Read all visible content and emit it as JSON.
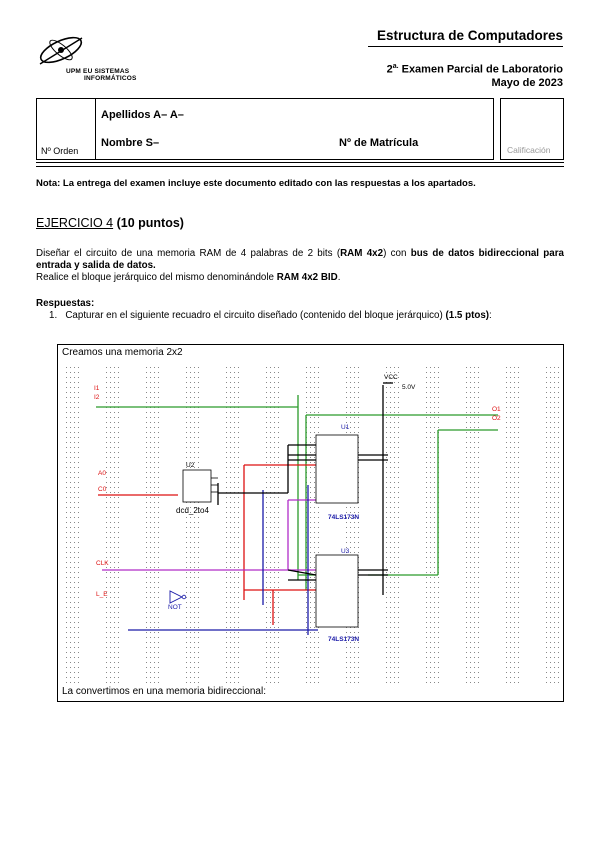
{
  "header": {
    "logo_text_line1": "UPM  EU  SISTEMAS",
    "logo_text_line2": "INFORMÁTICOS",
    "course": "Estructura de Computadores",
    "exam_ordinal": "2",
    "exam_ordinal_sup": "a.",
    "exam_title": " Examen Parcial de Laboratorio",
    "exam_date": "Mayo de 2023"
  },
  "student_box": {
    "orden_label": "Nº Orden",
    "apellidos_label": "Apellidos A– A–",
    "nombre_label": "Nombre S–",
    "matricula_label": "Nº de Matrícula",
    "calificacion_label": "Calificación"
  },
  "nota": "Nota: La entrega del examen incluye este documento editado con las respuestas a los apartados.",
  "ejercicio": {
    "title": "EJERCICIO 4",
    "points": " (10 puntos)",
    "p1_a": "Diseñar el circuito de una memoria RAM de 4 palabras de 2 bits (",
    "p1_b": "RAM 4x2",
    "p1_c": ") con ",
    "p1_d": "bus de datos bidireccional para entrada y salida de datos.",
    "p2_a": "Realice el bloque jerárquico del mismo denominándole ",
    "p2_b": "RAM 4x2 BID",
    "p2_c": "."
  },
  "respuestas": {
    "label": "Respuestas:",
    "item1_num": "1.",
    "item1_text": "Capturar en el siguiente recuadro el circuito diseñado (contenido del bloque jerárquico) ",
    "item1_pts": "(1.5 ptos)",
    "item1_colon": ":"
  },
  "capture": {
    "title": "Creamos una memoria 2x2",
    "footer": "La convertimos en una memoria bidireccional:",
    "labels": {
      "i1": "I1",
      "i2": "I2",
      "a0": "A0",
      "c0": "C0",
      "clk": "CLK",
      "le": "L_E",
      "vcc": "VCC",
      "v5": "5.0V",
      "o1": "O1",
      "o2": "O2",
      "u2": "U2",
      "dec": "dcd_2to4",
      "u1": "U1",
      "chip1": "74LS173N",
      "u3": "U3",
      "chip2": "74LS173N",
      "not": "NOT"
    }
  }
}
